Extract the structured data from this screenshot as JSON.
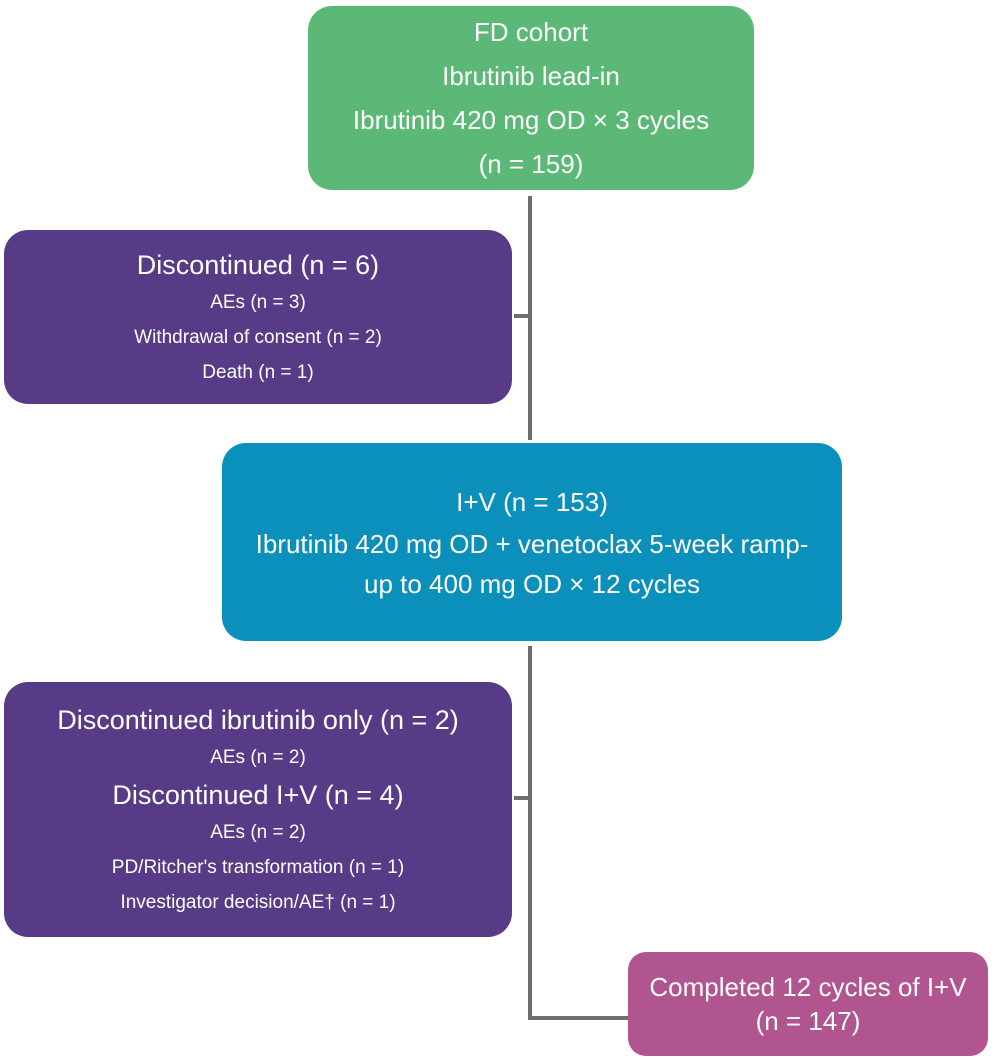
{
  "fd_cohort": {
    "lines": [
      "FD cohort",
      "Ibrutinib lead-in",
      "Ibrutinib 420 mg OD × 3 cycles",
      "(n = 159)"
    ]
  },
  "discontinued_leadin": {
    "title": "Discontinued (n = 6)",
    "reasons": [
      "AEs (n = 3)",
      "Withdrawal of consent (n = 2)",
      "Death (n = 1)"
    ]
  },
  "iv_phase": {
    "title": "I+V (n = 153)",
    "desc_line1": "Ibrutinib 420 mg OD + venetoclax 5-week ramp-",
    "desc_line2": "up to 400 mg OD × 12 cycles"
  },
  "discontinued_iv": {
    "ibrutinib_only_title": "Discontinued ibrutinib only (n = 2)",
    "ibrutinib_only_reasons": [
      "AEs (n = 2)"
    ],
    "iv_title": "Discontinued I+V (n = 4)",
    "iv_reasons": [
      "AEs (n = 2)",
      "PD/Ritcher's transformation (n = 1)",
      "Investigator decision/AE† (n = 1)"
    ]
  },
  "completed": {
    "line1": "Completed 12 cycles of I+V",
    "line2": "(n = 147)"
  },
  "colors": {
    "green": "#5cb877",
    "purple": "#573b87",
    "blue": "#0b8fbb",
    "pink": "#b05590",
    "connector": "#6e6e6e"
  }
}
